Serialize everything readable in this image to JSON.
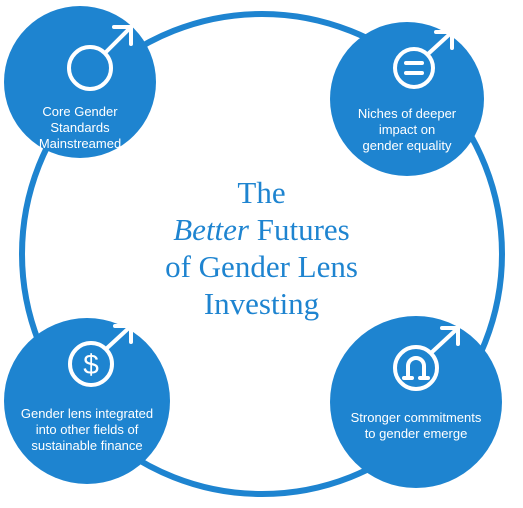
{
  "colors": {
    "accent": "#1e84d0",
    "ring": "#1e84d0",
    "text_on_accent": "#ffffff",
    "background": "#ffffff"
  },
  "title": {
    "line1": "The",
    "line2_emphasis": "Better",
    "line2_rest": " Futures",
    "line3": "of Gender Lens",
    "line4": "Investing"
  },
  "nodes": [
    {
      "id": "top-left",
      "label": "Core Gender\nStandards\nMainstreamed",
      "icon": "male-symbol-icon"
    },
    {
      "id": "top-right",
      "label": "Niches of deeper\nimpact on\ngender equality",
      "icon": "male-symbol-equals-icon"
    },
    {
      "id": "bottom-left",
      "label": "Gender lens integrated\ninto other fields of\nsustainable finance",
      "icon": "male-symbol-dollar-icon"
    },
    {
      "id": "bottom-right",
      "label": "Stronger commitments\nto gender emerge",
      "icon": "male-symbol-magnet-icon"
    }
  ]
}
